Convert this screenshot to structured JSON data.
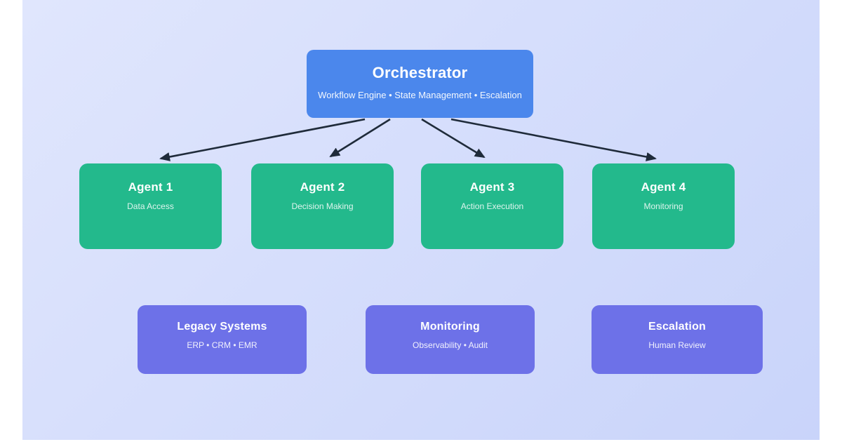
{
  "diagram": {
    "orchestrator": {
      "title": "Orchestrator",
      "subtitle": "Workflow Engine • State Management • Escalation"
    },
    "agents": [
      {
        "title": "Agent 1",
        "subtitle": "Data Access"
      },
      {
        "title": "Agent 2",
        "subtitle": "Decision Making"
      },
      {
        "title": "Agent 3",
        "subtitle": "Action Execution"
      },
      {
        "title": "Agent 4",
        "subtitle": "Monitoring"
      }
    ],
    "systems": [
      {
        "title": "Legacy Systems",
        "subtitle": "ERP • CRM • EMR"
      },
      {
        "title": "Monitoring",
        "subtitle": "Observability • Audit"
      },
      {
        "title": "Escalation",
        "subtitle": "Human Review"
      }
    ]
  },
  "colors": {
    "orchestrator_fill": "#4b87ec",
    "agent_fill": "#23b98c",
    "system_fill": "#6d71e8",
    "arrow": "#1f2b3a",
    "panel_top": "#e0e6fd",
    "panel_bottom": "#c9d4fa"
  }
}
